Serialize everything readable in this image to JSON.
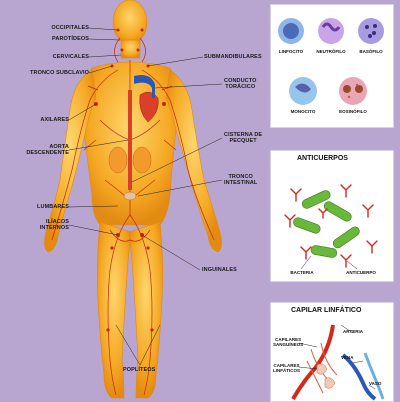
{
  "colors": {
    "background": "#b9a6d0",
    "body": "#f2a21c",
    "body_light": "#ffd36a",
    "lymph": "#c2270e",
    "heart": "#d8402a",
    "vein": "#2b58b8"
  },
  "body_labels": {
    "occipitales": "OCCIPITALES",
    "parotideos": "PAROTÍDEOS",
    "cervicales": "CERVICALES",
    "tronco_subclavio": "TRONCO SUBCLAVIO",
    "submandibulares": "SUBMANDIBULARES",
    "conducto_toracico": "CONDUCTO\nTORÁCICO",
    "axilares": "AXILARES",
    "aorta_descendente": "AORTA\nDESCENDENTE",
    "cisterna_de_pecquet": "CISTERNA DE\nPECQUET",
    "tronco_intestinal": "TRONCO\nINTESTINAL",
    "lumbares": "LUMBARES",
    "iliacos_internos": "ILÍACOS\nINTERNOS",
    "inguinales": "INGUINALES",
    "popliteos": "POPLÍTEOS"
  },
  "cells": {
    "items": [
      {
        "label": "LINFOCITO",
        "color": "#8fb6e6"
      },
      {
        "label": "NEUTRÓFILO",
        "color": "#c9a4e6"
      },
      {
        "label": "BASÓFILO",
        "color": "#a99be0"
      },
      {
        "label": "MONOCITO",
        "color": "#98c6ea"
      },
      {
        "label": "EOSINÓFILO",
        "color": "#e9a6b7"
      }
    ]
  },
  "antibodies": {
    "title": "ANTICUERPOS",
    "bacteria_label": "BACTERIA",
    "antibody_label": "ANTICUERPO"
  },
  "capillary": {
    "title": "CAPILAR LINFÁTICO",
    "arteria": "ARTERIA",
    "capilares_sanguineos": "CAPILARES\nSANGUÍNEOS",
    "capilares_linfaticos": "CAPILARES\nLINFÁTICOS",
    "vena": "VENA",
    "vaso": "VASO"
  }
}
